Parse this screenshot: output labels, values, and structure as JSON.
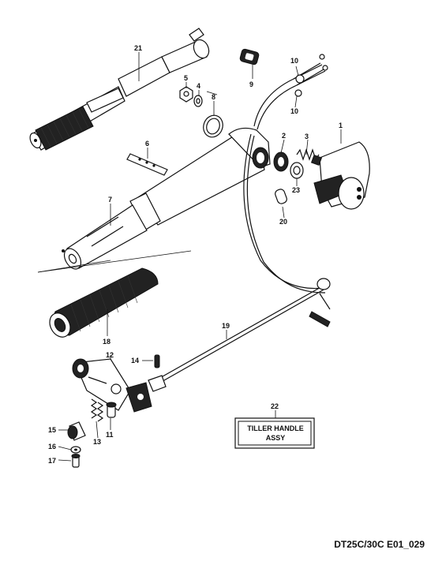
{
  "diagram": {
    "code": "DT25C/30C E01_029",
    "label_plate": {
      "line1": "TILLER HANDLE",
      "line2": "ASSY"
    },
    "part_numbers": {
      "p1": "1",
      "p2": "2",
      "p3": "3",
      "p4": "4",
      "p5": "5",
      "p6": "6",
      "p7": "7",
      "p8": "8",
      "p9": "9",
      "p10a": "10",
      "p10b": "10",
      "p11": "11",
      "p12": "12",
      "p13": "13",
      "p14": "14",
      "p15": "15",
      "p16": "16",
      "p17": "17",
      "p18": "18",
      "p19": "19",
      "p20": "20",
      "p21": "21",
      "p22": "22",
      "p23": "23"
    }
  }
}
